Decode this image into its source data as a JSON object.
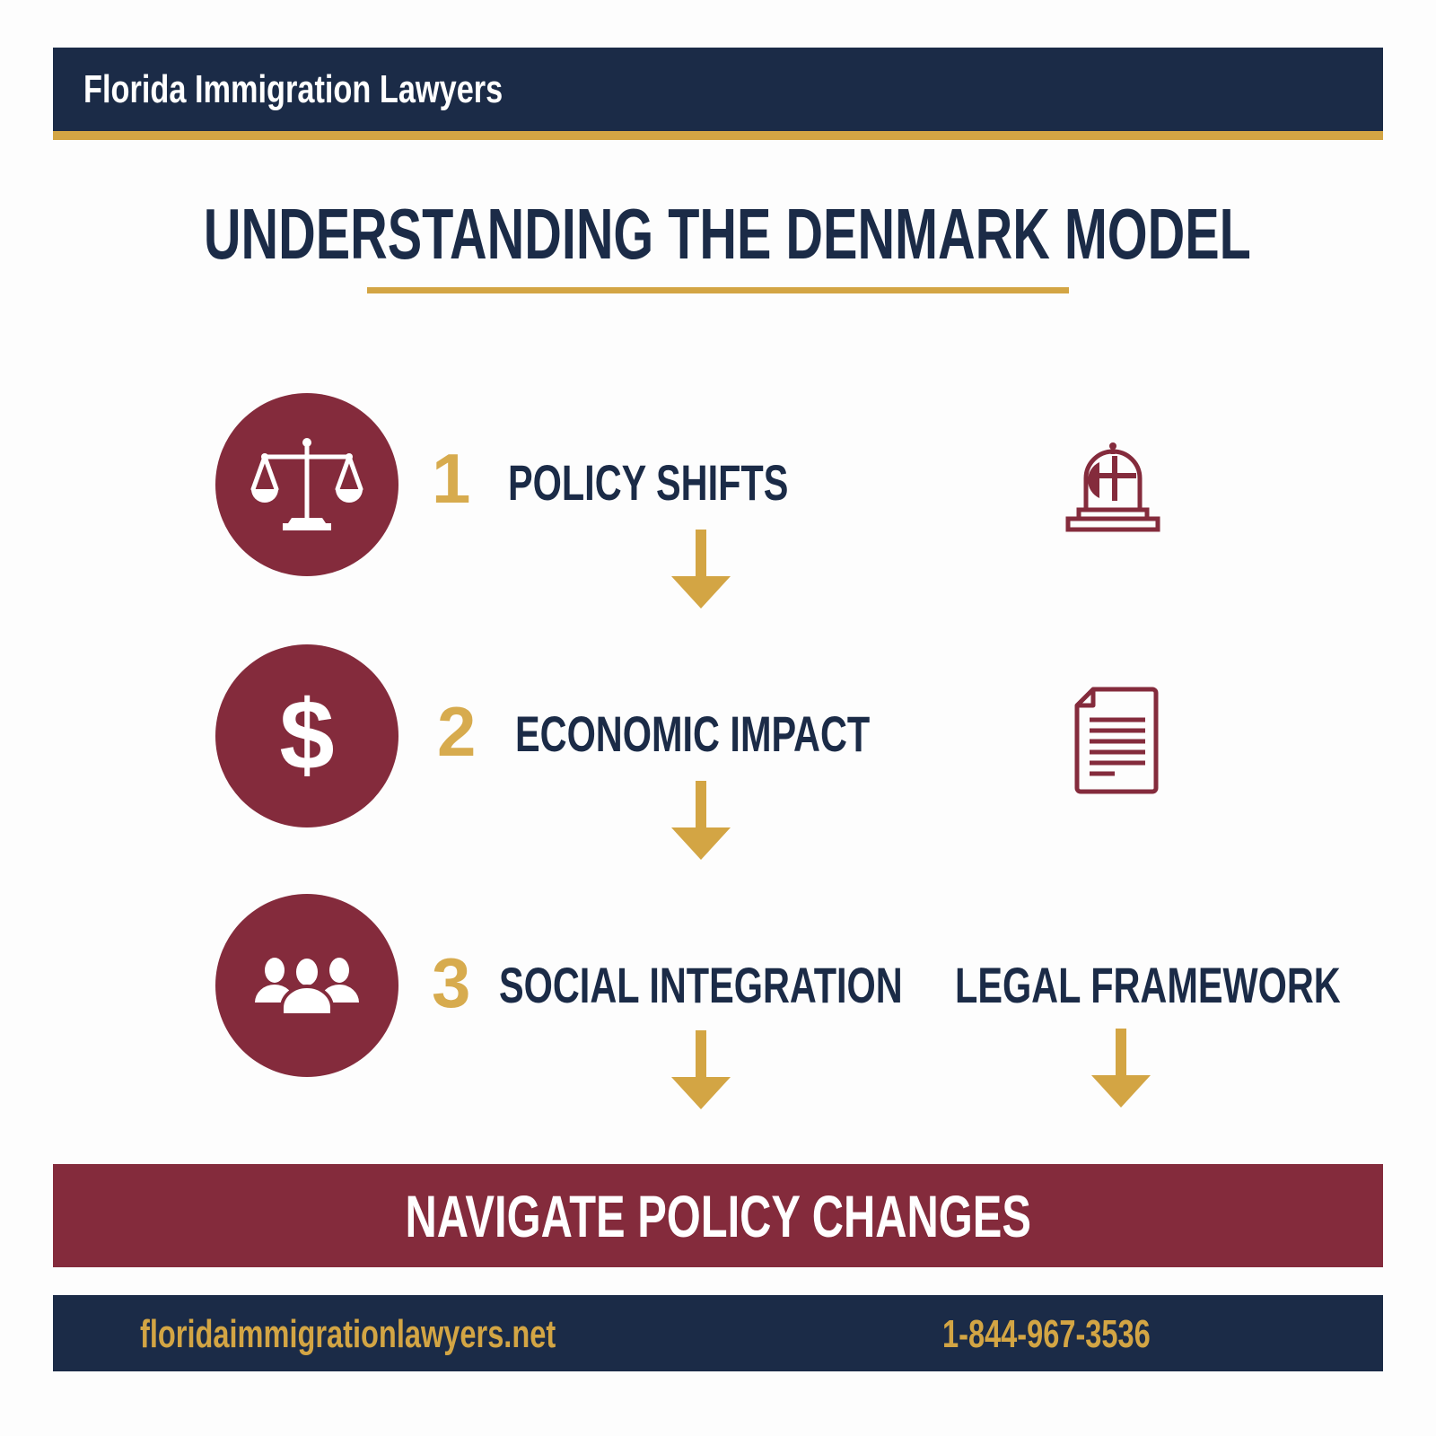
{
  "header": {
    "brand": "Florida Immigration Lawyers"
  },
  "title": {
    "text": "UNDERSTANDING THE DENMARK MODEL"
  },
  "steps": [
    {
      "number": "1",
      "label": "POLICY SHIFTS",
      "icon": "scales-of-justice-icon"
    },
    {
      "number": "2",
      "label": "ECONOMIC IMPACT",
      "icon": "dollar-sign-icon"
    },
    {
      "number": "3",
      "label": "SOCIAL INTEGRATION",
      "icon": "people-group-icon"
    }
  ],
  "side_items": [
    {
      "icon": "dome-building-icon"
    },
    {
      "icon": "document-icon"
    },
    {
      "label": "LEGAL FRAMEWORK"
    }
  ],
  "cta": {
    "text": "NAVIGATE POLICY CHANGES"
  },
  "footer": {
    "website": "floridaimmigrationlawyers.net",
    "phone": "1-844-967-3536"
  },
  "colors": {
    "navy": "#1b2b47",
    "gold": "#d3a544",
    "maroon": "#842b3c",
    "background": "#fdfdfd"
  }
}
